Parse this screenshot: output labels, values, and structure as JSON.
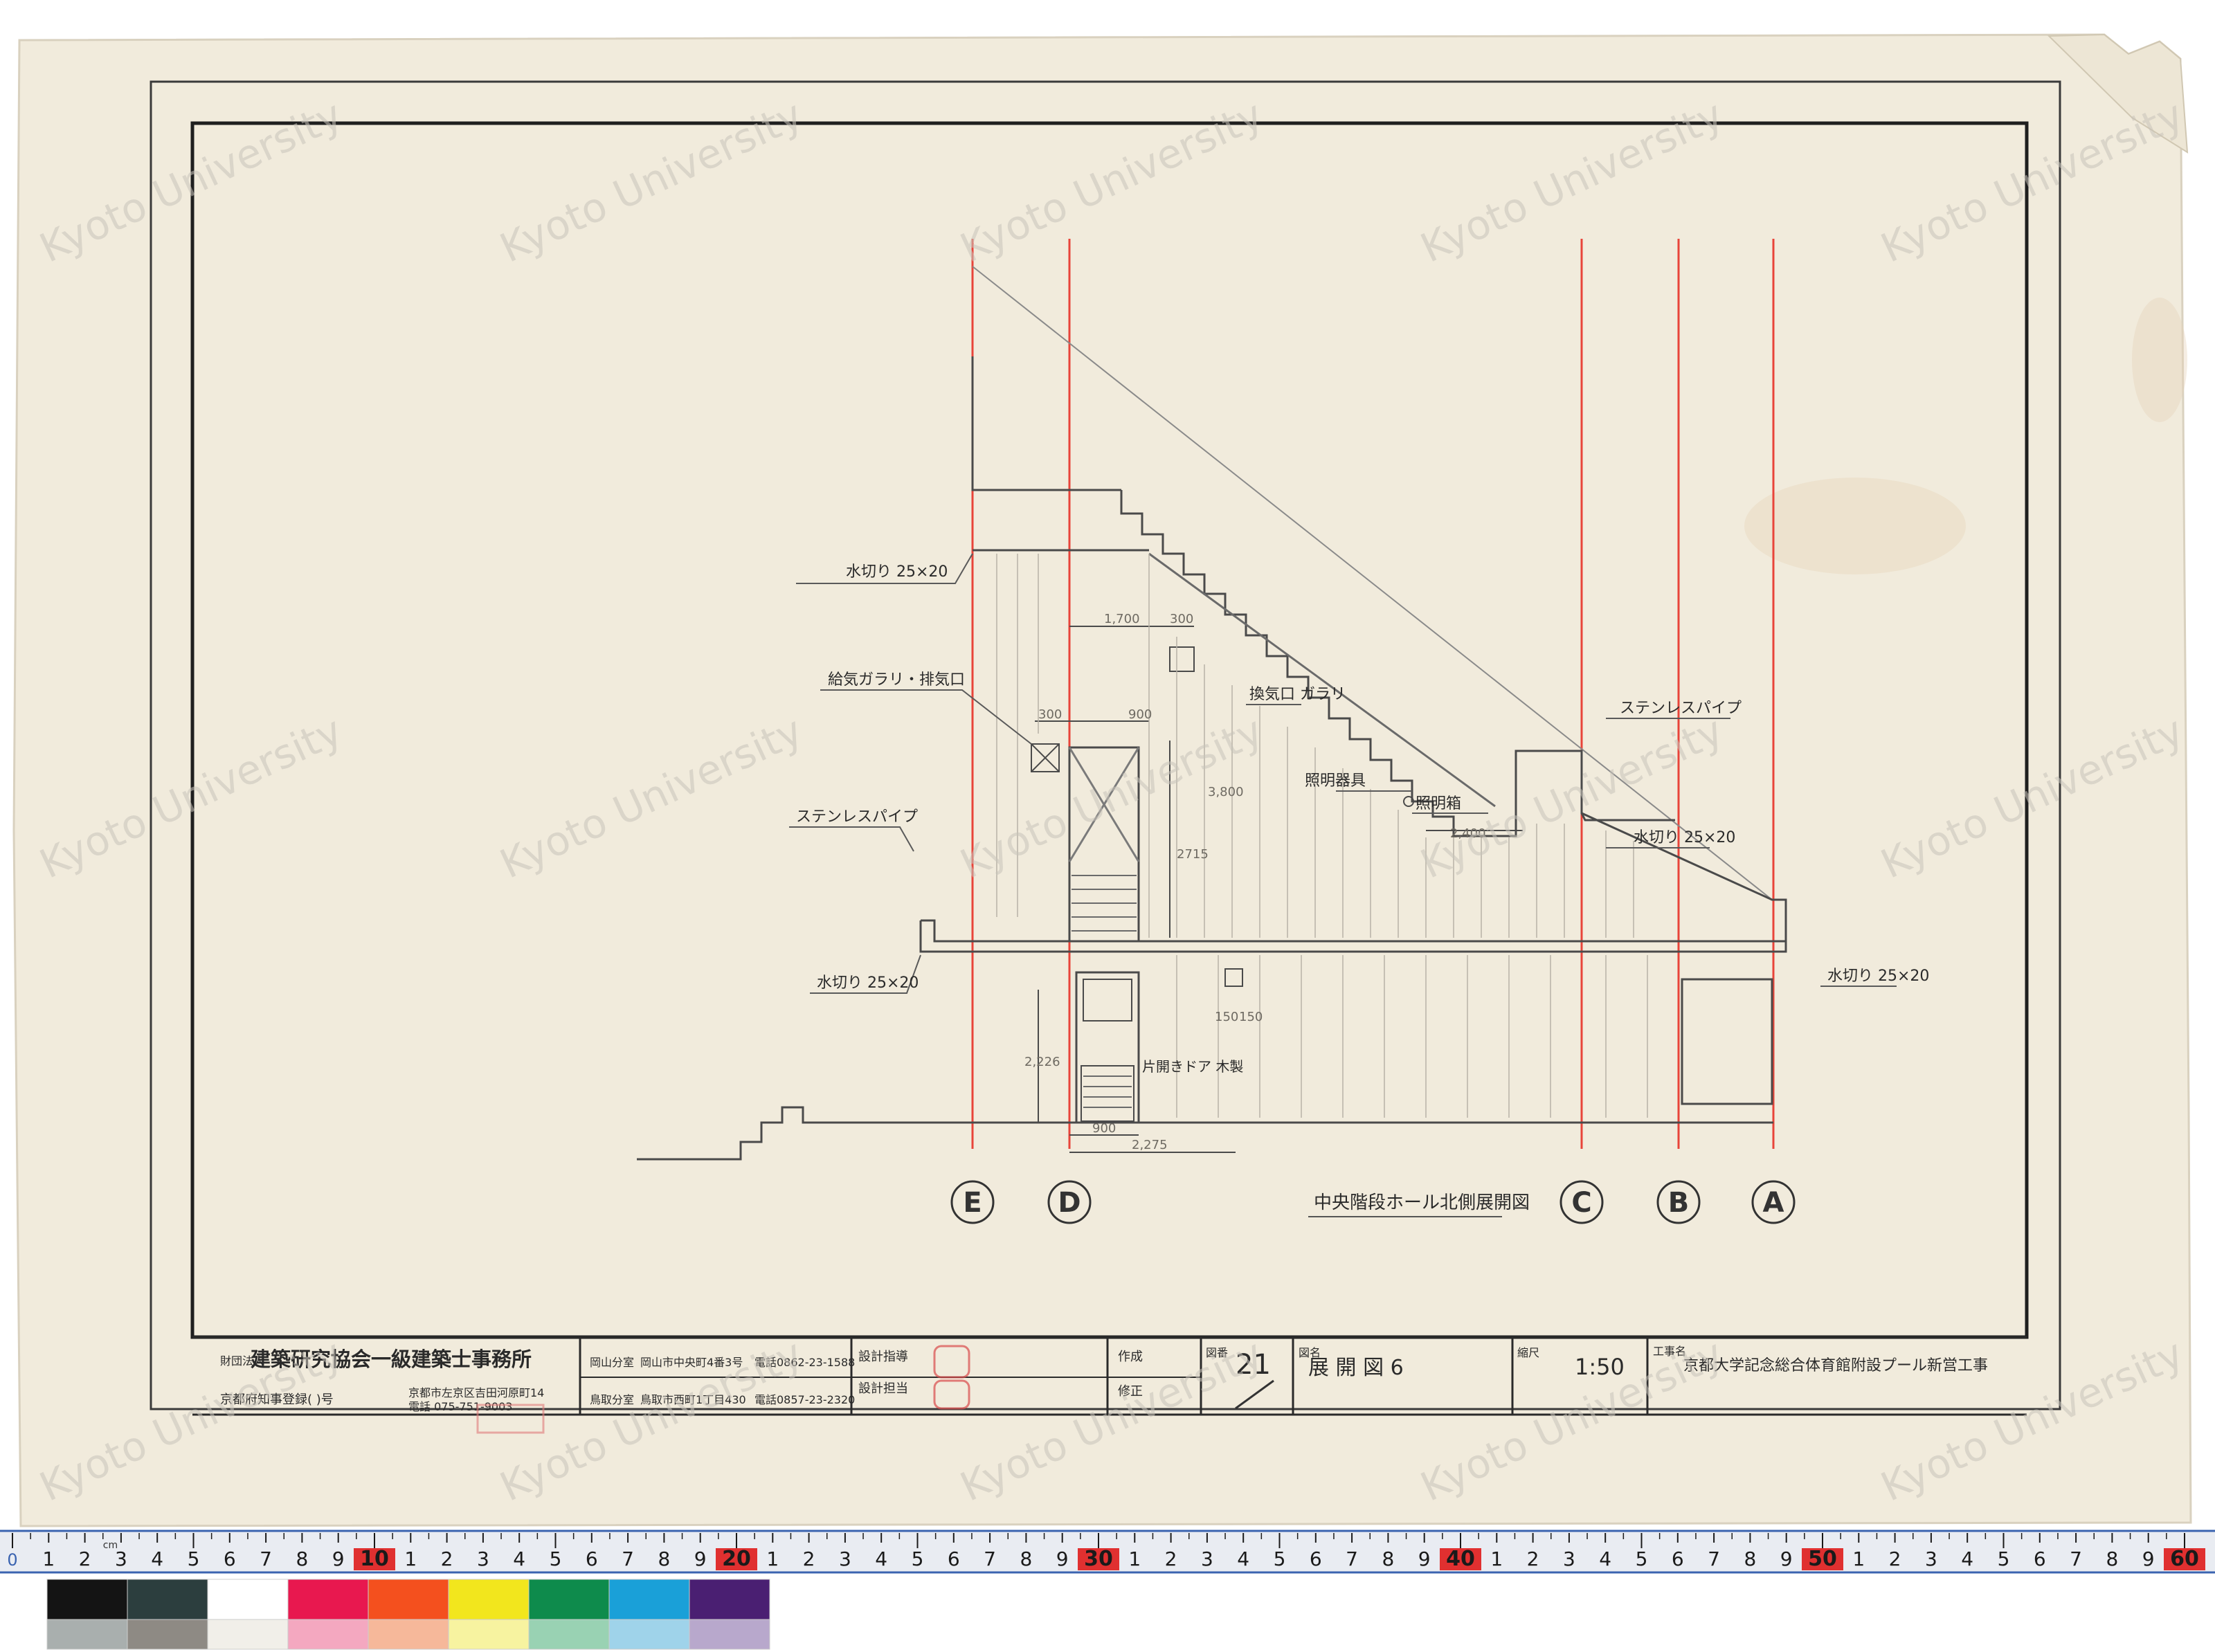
{
  "watermark": "Kyoto University",
  "drawing": {
    "grid_labels": [
      "E",
      "D",
      "C",
      "B",
      "A"
    ],
    "elevation_title": "中央階段ホール北側展開図",
    "annotations": {
      "water_cut_top": "水切り 25×20",
      "vent_note": "給気ガラリ・排気口",
      "stainless_pipe_left": "ステンレスパイプ",
      "stainless_pipe_right": "ステンレスパイプ",
      "water_cut_mid_right": "水切り 25×20",
      "water_cut_bottom_left": "水切り 25×20",
      "water_cut_bottom_right": "水切り 25×20",
      "vent_gallery": "換気口 ガラリ",
      "light_fixture": "照明器具",
      "light_box": "照明箱",
      "door_note": "片開きドア 木製"
    },
    "dims": {
      "d1": "1,700",
      "d2": "300",
      "d3": "2715",
      "d4": "2,400",
      "d5": "900",
      "d6": "2,275",
      "d7": "150",
      "d8": "150",
      "d9": "2,226",
      "d10": "300",
      "d11": "900",
      "d12": "3,800"
    }
  },
  "title_block": {
    "org_prefix": "財団法人",
    "org_name": "建築研究協会一級建築士事務所",
    "registration": "京都府知事登録(  )号",
    "address": "京都市左京区吉田河原町14",
    "phone": "電話 075-751-9003",
    "branch_okayama_label": "岡山分室",
    "branch_okayama_addr": "岡山市中央町4番3号",
    "branch_okayama_tel": "電話0862-23-1588",
    "branch_tottori_label": "鳥取分室",
    "branch_tottori_addr": "鳥取市西町1丁目430",
    "branch_tottori_tel": "電話0857-23-2320",
    "design_director": "設計指導",
    "design_charge": "設計担当",
    "made_by": "作成",
    "revision": "修正",
    "drawing_no_label": "図番",
    "drawing_no": "21",
    "drawing_name_label": "図名",
    "drawing_name": "展 開 図 6",
    "scale_label": "縮尺",
    "scale": "1:50",
    "project_label": "工事名",
    "project_name": "京都大学記念総合体育館附設プール新営工事"
  },
  "ruler": {
    "major_labels": [
      "10",
      "20",
      "30",
      "40",
      "50",
      "60"
    ],
    "minor_digits": [
      "1",
      "2",
      "3",
      "4",
      "5",
      "6",
      "7",
      "8",
      "9"
    ],
    "zero": "0",
    "unit": "cm"
  },
  "color_chart": {
    "top": [
      "#141414",
      "#2c3e3e",
      "#ffffff",
      "#e8184f",
      "#f4501e",
      "#f2e61d",
      "#0e8b4c",
      "#1aa0d8",
      "#4a1f72"
    ],
    "bottom": [
      "#a9afae",
      "#8e8a84",
      "#f1efe9",
      "#f4a8c0",
      "#f6b89a",
      "#f7f3a0",
      "#99d2b3",
      "#9fd3ea",
      "#b8a8cc"
    ]
  }
}
